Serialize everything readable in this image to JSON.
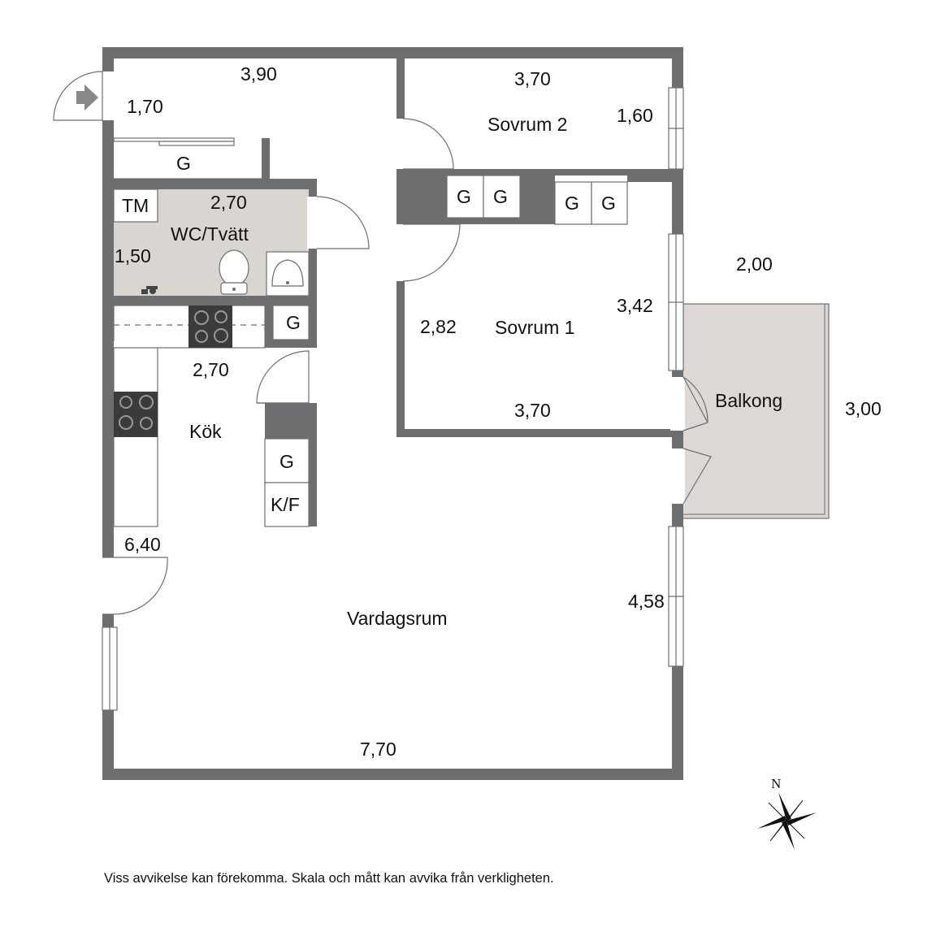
{
  "rooms": {
    "sovrum2": "Sovrum 2",
    "sovrum1": "Sovrum 1",
    "wc": "WC/Tvätt",
    "kok": "Kök",
    "vardagsrum": "Vardagsrum",
    "balkong": "Balkong"
  },
  "dimensions": {
    "hall_width": "3,90",
    "hall_depth": "1,70",
    "sovrum2_width": "3,70",
    "sovrum2_depth": "1,60",
    "wc_width": "2,70",
    "wc_depth": "1,50",
    "kok_width": "2,70",
    "sovrum1_width": "3,70",
    "sovrum1_depth": "3,42",
    "sovrum1_side": "2,82",
    "balkong_width": "2,00",
    "balkong_depth": "3,00",
    "living_depth": "6,40",
    "living_side": "4,58",
    "living_width": "7,70"
  },
  "fixtures": {
    "wardrobe": "G",
    "tm": "TM",
    "kf": "K/F"
  },
  "compass": "N",
  "disclaimer": "Viss avvikelse kan förekomma. Skala och mått kan avvika från verkligheten.",
  "colors": {
    "wall": "#6d6e70",
    "wet_room": "#d9d5d0",
    "balcony": "#ddd8d3"
  },
  "icons": [
    "entrance-arrow-icon",
    "compass-rose-icon",
    "stove-icon",
    "toilet-icon",
    "sink-icon",
    "faucet-icon"
  ]
}
